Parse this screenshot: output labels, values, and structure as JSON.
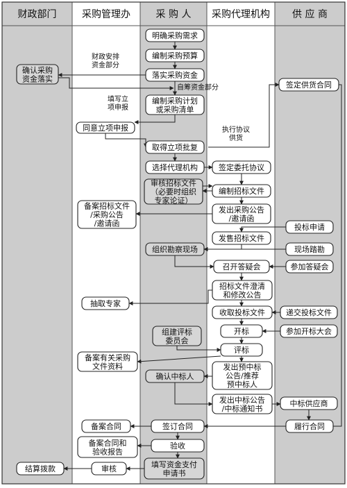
{
  "lanes": [
    {
      "id": "finance",
      "title": "财政部门",
      "fill": "#cccccc"
    },
    {
      "id": "mgmt",
      "title": "采购管理办",
      "fill": "#ffffff"
    },
    {
      "id": "purchaser",
      "title": "采 购 人",
      "fill": "#cccccc"
    },
    {
      "id": "agency",
      "title": "采购代理机构",
      "fill": "#ffffff"
    },
    {
      "id": "supplier",
      "title": "供 应 商",
      "fill": "#cccccc"
    }
  ],
  "colors": {
    "box_fill": "#ffffff",
    "box_fill_shaded": "#d6d6d6",
    "stroke": "#222222",
    "lane_line": "#555555"
  },
  "nodes": [
    {
      "id": "n01",
      "lines": [
        "明确采购需求"
      ]
    },
    {
      "id": "n02",
      "lines": [
        "编制采购预算"
      ]
    },
    {
      "id": "n03",
      "lines": [
        "落实采购资金"
      ]
    },
    {
      "id": "n04",
      "lines": [
        "确认采购",
        "资金落实"
      ]
    },
    {
      "id": "n05",
      "lines": [
        "签定供货合同"
      ]
    },
    {
      "id": "n06",
      "lines": [
        "编制采购计划",
        "或采购清单"
      ]
    },
    {
      "id": "n07",
      "lines": [
        "同意立项申报"
      ]
    },
    {
      "id": "n08",
      "lines": [
        "取得立项批复"
      ]
    },
    {
      "id": "n09",
      "lines": [
        "选择代理机构"
      ]
    },
    {
      "id": "n10",
      "lines": [
        "签定委托协议"
      ]
    },
    {
      "id": "n11",
      "lines": [
        "审核招标文件",
        "（必要时组织",
        "专家论证）"
      ]
    },
    {
      "id": "n12",
      "lines": [
        "编制招标文件"
      ]
    },
    {
      "id": "n13",
      "lines": [
        "备案招标文件",
        "/采购公告",
        "/邀请函"
      ]
    },
    {
      "id": "n14",
      "lines": [
        "发出采购公告",
        "/邀请函"
      ]
    },
    {
      "id": "n15",
      "lines": [
        "投标申请"
      ]
    },
    {
      "id": "n16",
      "lines": [
        "发售招标文件"
      ]
    },
    {
      "id": "n17",
      "lines": [
        "组织勘察现场"
      ]
    },
    {
      "id": "n18",
      "lines": [
        "现场踏勘"
      ]
    },
    {
      "id": "n19",
      "lines": [
        "召开答疑会"
      ]
    },
    {
      "id": "n20",
      "lines": [
        "参加答疑会"
      ]
    },
    {
      "id": "n21",
      "lines": [
        "招标文件澄清",
        "和修改公告"
      ]
    },
    {
      "id": "n22",
      "lines": [
        "抽取专家"
      ]
    },
    {
      "id": "n23",
      "lines": [
        "收取投标文件"
      ]
    },
    {
      "id": "n24",
      "lines": [
        "递交投标文件"
      ]
    },
    {
      "id": "n25",
      "lines": [
        "组建评标",
        "委员会"
      ]
    },
    {
      "id": "n26",
      "lines": [
        "开标"
      ]
    },
    {
      "id": "n27",
      "lines": [
        "参加开标大会"
      ]
    },
    {
      "id": "n28",
      "lines": [
        "评标"
      ]
    },
    {
      "id": "n29",
      "lines": [
        "备案有关采购",
        "文件资料"
      ]
    },
    {
      "id": "n30",
      "lines": [
        "确认中标人"
      ]
    },
    {
      "id": "n31",
      "lines": [
        "发出预中标",
        "公告/推荐",
        "预中标人"
      ]
    },
    {
      "id": "n32",
      "lines": [
        "发出中标公告",
        "/中标通知书"
      ]
    },
    {
      "id": "n33",
      "lines": [
        "中标供应商"
      ]
    },
    {
      "id": "n34",
      "lines": [
        "备案合同"
      ]
    },
    {
      "id": "n35",
      "lines": [
        "签订合同"
      ]
    },
    {
      "id": "n36",
      "lines": [
        "履行合同"
      ]
    },
    {
      "id": "n37",
      "lines": [
        "备案合同和",
        "验收报告"
      ]
    },
    {
      "id": "n38",
      "lines": [
        "验收"
      ]
    },
    {
      "id": "n39",
      "lines": [
        "结算拨款"
      ]
    },
    {
      "id": "n40",
      "lines": [
        "审核"
      ]
    },
    {
      "id": "n41",
      "lines": [
        "填写资金支付",
        "申请书"
      ]
    }
  ],
  "labels": [
    {
      "id": "l1",
      "lines": [
        "财政安排",
        "资金部分"
      ]
    },
    {
      "id": "l2",
      "lines": [
        "自筹资金部分"
      ]
    },
    {
      "id": "l3",
      "lines": [
        "填写立",
        "项申报"
      ]
    },
    {
      "id": "l4",
      "lines": [
        "执行协议",
        "供货"
      ]
    }
  ]
}
